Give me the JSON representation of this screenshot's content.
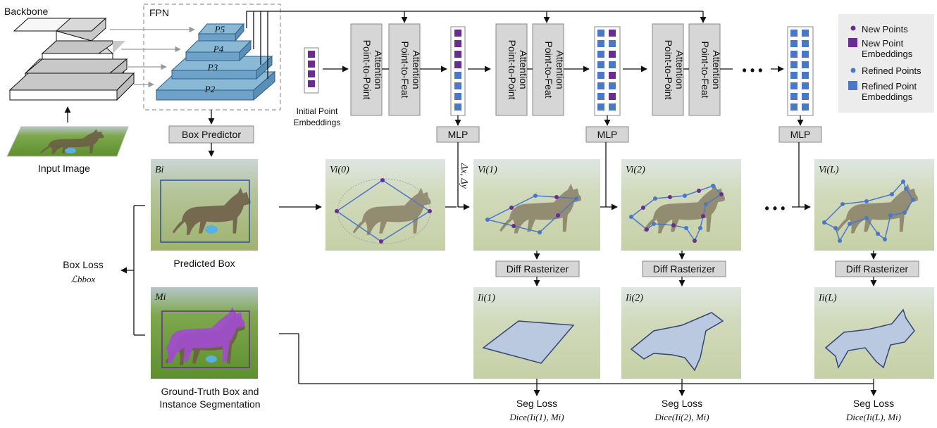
{
  "labels": {
    "backbone": "Backbone",
    "fpn": "FPN",
    "input_image": "Input Image",
    "box_predictor": "Box Predictor",
    "initial_point_embeddings_line1": "Initial Point",
    "initial_point_embeddings_line2": "Embeddings",
    "p2p_attention_line1": "Point-to-Point",
    "p2p_attention_line2": "Attention",
    "p2f_attention_line1": "Point-to-Feat",
    "p2f_attention_line2": "Attention",
    "mlp": "MLP",
    "ellipsis": "• • •",
    "predicted_box": "Predicted Box",
    "gt_line1": "Ground-Truth Box and",
    "gt_line2": "Instance Segmentation",
    "box_loss": "Box Loss",
    "box_loss_formula": "ℒbbox",
    "diff_rasterizer": "Diff Rasterizer",
    "seg_loss": "Seg Loss",
    "delta": "Δx, Δy"
  },
  "fpn_levels": [
    "P5",
    "P4",
    "P3",
    "P2"
  ],
  "image_labels": {
    "bi": "Bi",
    "mi": "Mi",
    "v0": "Vi(0)",
    "v1": "Vi(1)",
    "v2": "Vi(2)",
    "vl": "Vi(L)",
    "i1": "Ii(1)",
    "i2": "Ii(2)",
    "il": "Ii(L)"
  },
  "seg_loss_formulas": [
    "Dice(Ii(1), Mi)",
    "Dice(Ii(2), Mi)",
    "Dice(Ii(L), Mi)"
  ],
  "legend": {
    "new_points": "New Points",
    "new_emb_line1": "New Point",
    "new_emb_line2": "Embeddings",
    "refined_points": "Refined Points",
    "refined_emb_line1": "Refined Point",
    "refined_emb_line2": "Embeddings"
  },
  "colors": {
    "new_point": "#6a2c91",
    "refined_point": "#4a78c8",
    "fpn_fill": "#8ab9d6",
    "mask": "#a24bd0"
  }
}
